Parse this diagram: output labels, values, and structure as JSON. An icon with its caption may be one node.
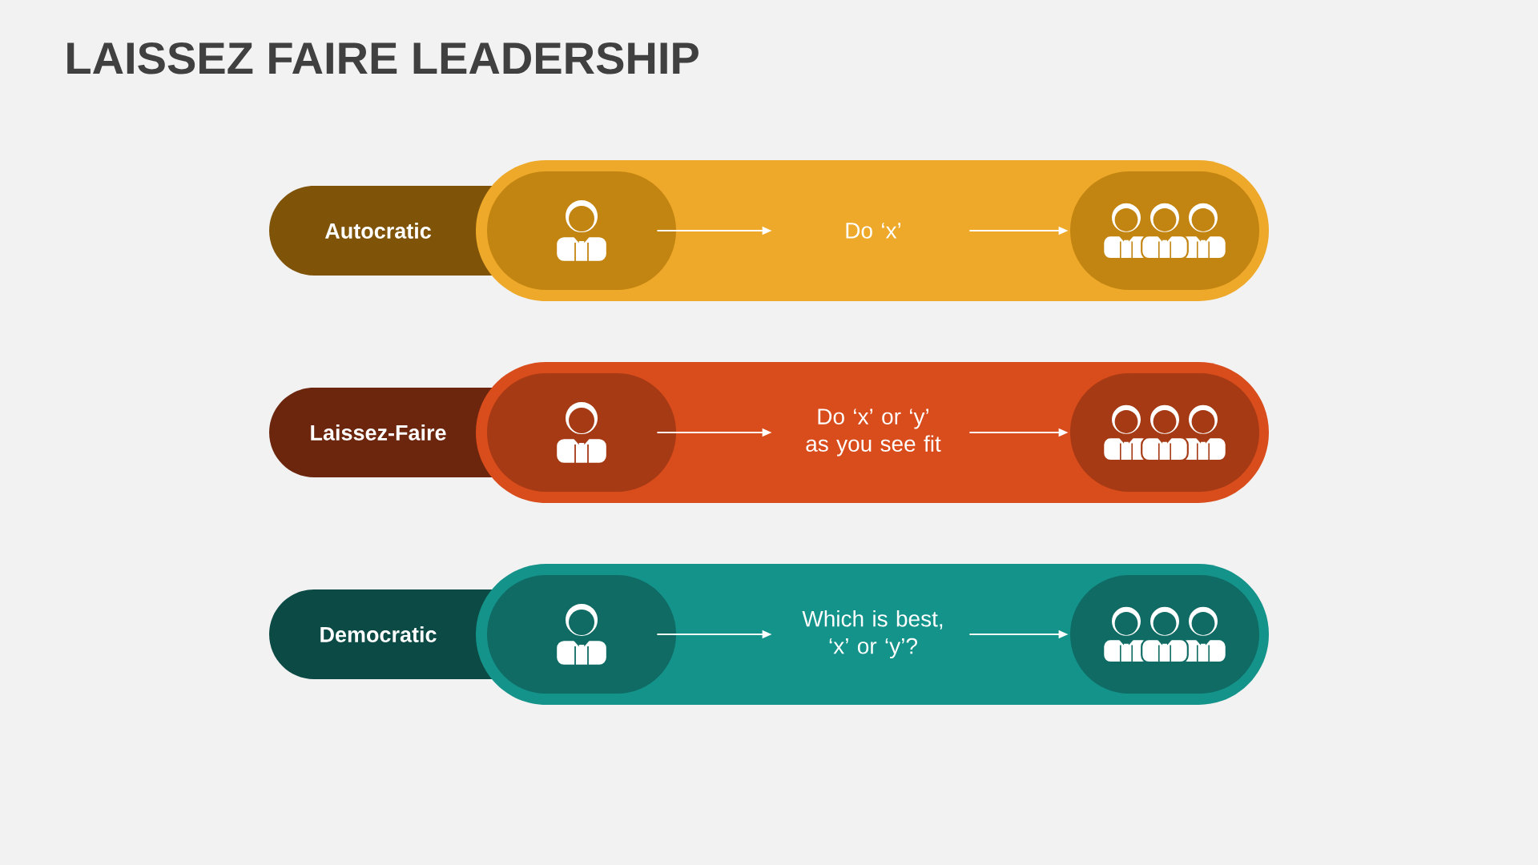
{
  "diagram": {
    "title": "LAISSEZ FAIRE LEADERSHIP",
    "nodes": [
      {
        "text": [
          "Autocratic"
        ]
      },
      {
        "text": [],
        "shape": "box"
      },
      {
        "text": [],
        "shape": "person",
        "in": 1
      },
      {
        "text": [
          "Do ‘x’"
        ],
        "in": 1
      },
      {
        "text": [],
        "shape": "people",
        "in": 1
      },
      {
        "text": [
          "Laissez-Faire"
        ]
      },
      {
        "text": [],
        "shape": "box"
      },
      {
        "text": [],
        "shape": "person",
        "in": 6
      },
      {
        "text": [
          "Do ‘x’ or ‘y’ as you see fit"
        ],
        "in": 6
      },
      {
        "text": [],
        "shape": "people",
        "in": 6
      },
      {
        "text": [
          "Democratic"
        ]
      },
      {
        "text": [],
        "shape": "box"
      },
      {
        "text": [],
        "shape": "person",
        "in": 11
      },
      {
        "text": [
          "Which is best, ‘x’ or ‘y’?"
        ],
        "in": 11
      },
      {
        "text": [],
        "shape": "people",
        "in": 11
      }
    ],
    "edges": [
      {
        "from": 2,
        "to": 3,
        "arrow": "to"
      },
      {
        "from": 3,
        "to": 4,
        "arrow": "to"
      },
      {
        "from": 7,
        "to": 8,
        "arrow": "to"
      },
      {
        "from": 8,
        "to": 9,
        "arrow": "to"
      },
      {
        "from": 12,
        "to": 13,
        "arrow": "to"
      },
      {
        "from": 13,
        "to": 14,
        "arrow": "to"
      }
    ]
  }
}
